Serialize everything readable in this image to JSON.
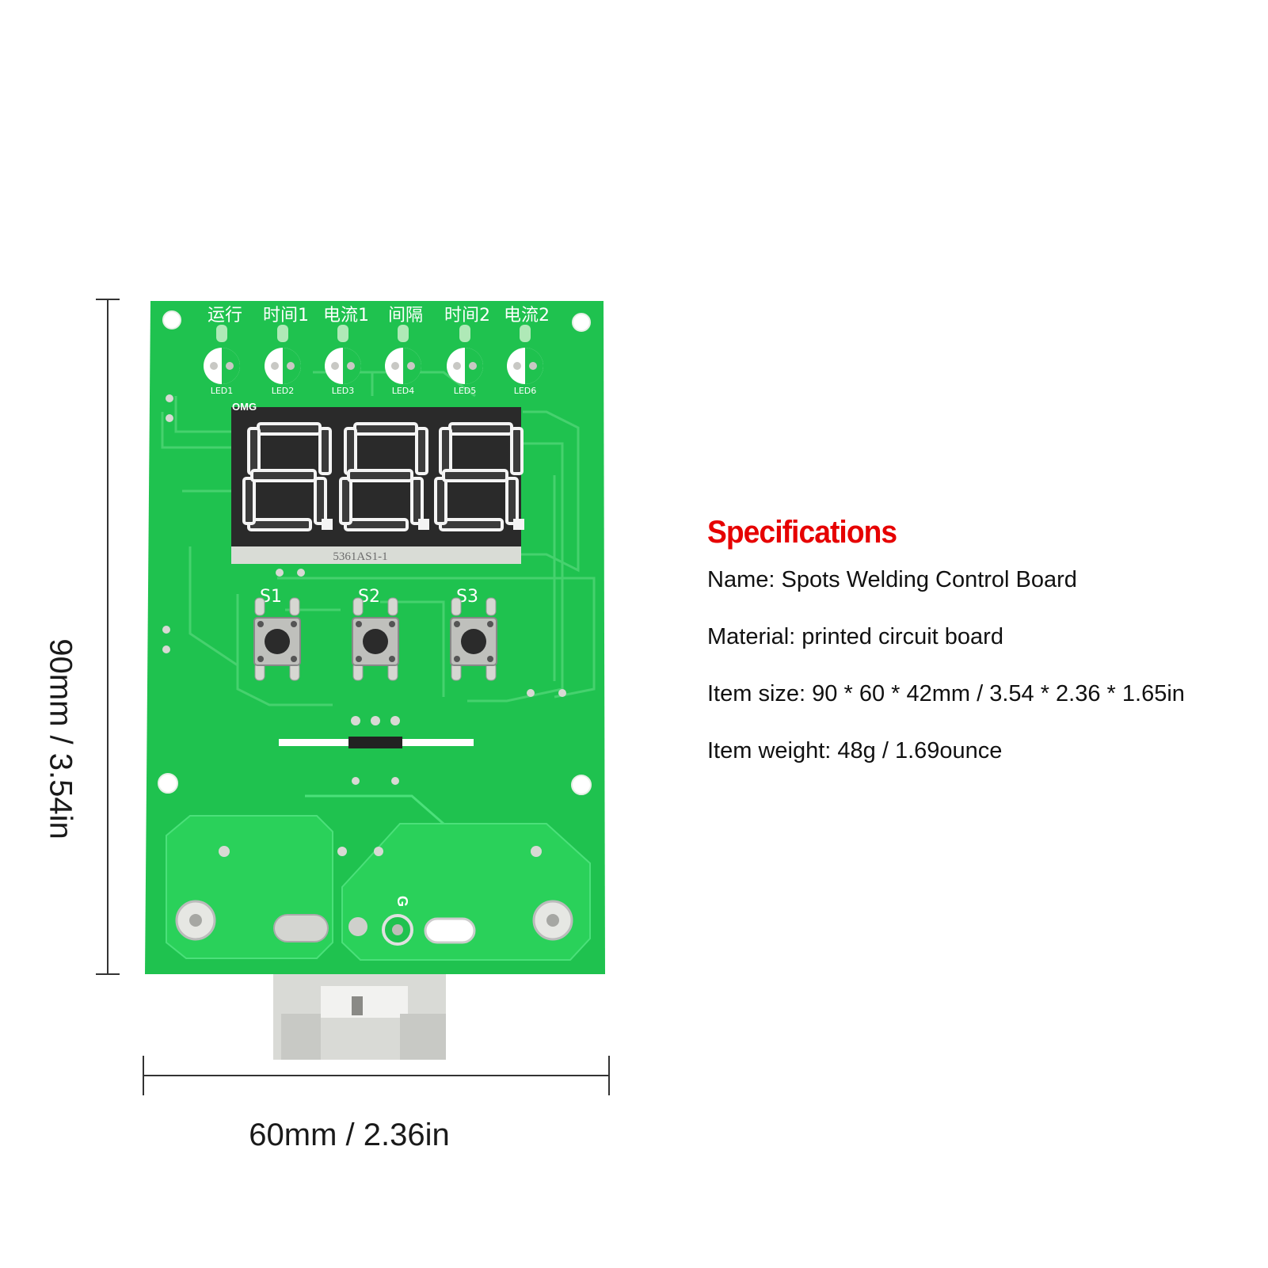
{
  "dimensions": {
    "height_label": "90mm / 3.54in",
    "width_label": "60mm / 2.36in"
  },
  "specs": {
    "title": "Specifications",
    "title_color": "#e60000",
    "lines": [
      {
        "label": "Name: ",
        "value": "Spots Welding Control Board"
      },
      {
        "label": "Material: ",
        "value": "printed circuit board"
      },
      {
        "label": "Item size: ",
        "value": "90 * 60 * 42mm / 3.54 * 2.36 * 1.65in"
      },
      {
        "label": "Item weight: ",
        "value": "48g / 1.69ounce"
      }
    ]
  },
  "board": {
    "color": "#1fc24f",
    "top_labels": [
      "运行",
      "时间1",
      "电流1",
      "间隔",
      "时间2",
      "电流2"
    ],
    "led_labels": [
      "LED1",
      "LED2",
      "LED3",
      "LED4",
      "LED5",
      "LED6"
    ],
    "display_digits": "8.8.8.",
    "display_part": "5361AS1-1",
    "silk_text": "OMG",
    "buttons": [
      "S1",
      "S2",
      "S3"
    ],
    "ground_label": "G"
  }
}
